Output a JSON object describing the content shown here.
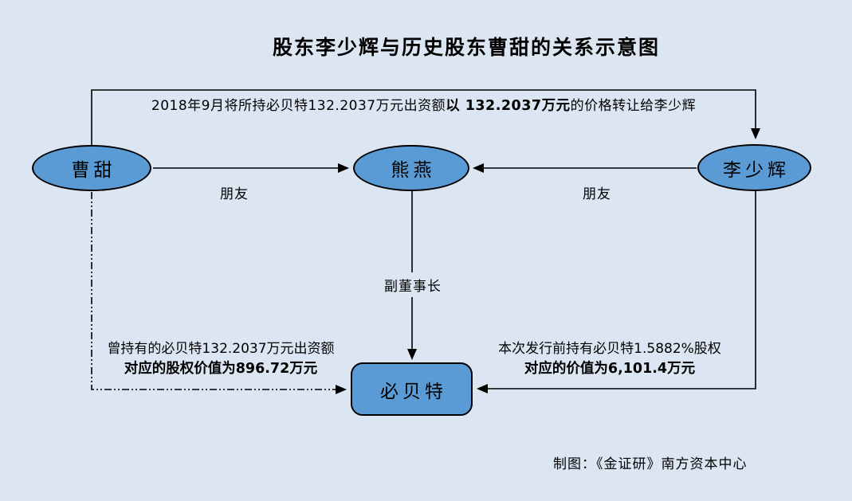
{
  "title": "股东李少辉与历史股东曹甜的关系示意图",
  "colors": {
    "background": "#dce6f2",
    "node_fill": "#5b9bd5",
    "node_border": "#000000"
  },
  "nodes": {
    "cao_tian": {
      "label": "曹甜"
    },
    "xiong_yan": {
      "label": "熊燕"
    },
    "li_shaohui": {
      "label": "李少辉"
    },
    "bibet": {
      "label": "必贝特"
    }
  },
  "edges": {
    "transfer": {
      "prefix": "2018年9月将所持必贝特132.2037万元出资额",
      "bold": "以 132.2037万元",
      "suffix": "的价格转让给李少辉"
    },
    "friend_left": {
      "label": "朋友"
    },
    "friend_right": {
      "label": "朋友"
    },
    "vice_chairman": {
      "label": "副董事长"
    },
    "cao_holding": {
      "line1": "曾持有的必贝特132.2037万元出资额",
      "line2": "对应的股权价值为896.72万元"
    },
    "li_holding": {
      "line1": "本次发行前持有必贝特1.5882%股权",
      "line2": "对应的价值为6,101.4万元"
    }
  },
  "credit": "制图：《金证研》南方资本中心"
}
